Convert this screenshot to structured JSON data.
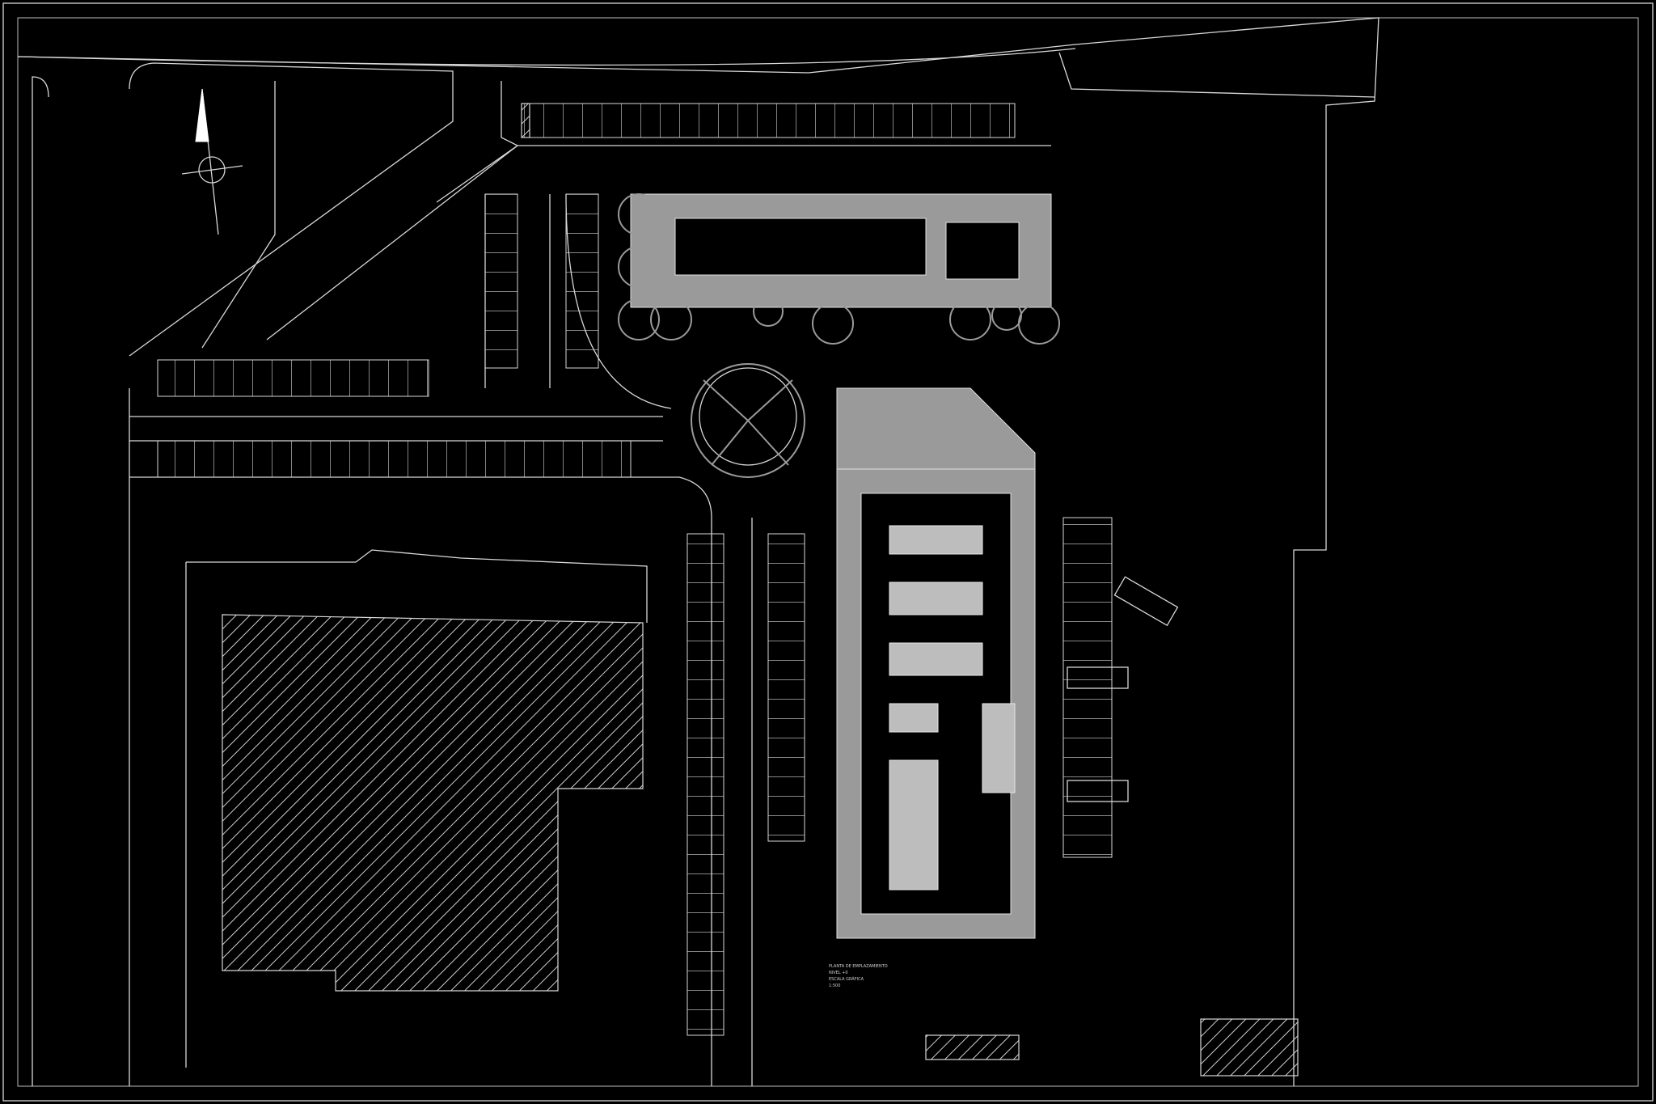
{
  "drawing": {
    "type": "site-plan",
    "background": "#000000",
    "line_color": "#d8d8d8",
    "fill_color": "#9a9a9a",
    "north_arrow": "north-arrow-icon",
    "labels": [
      "PLANTA DE EMPLAZAMIENTO",
      "NIVEL +0",
      "ESCALA GRÁFICA",
      "1:500"
    ]
  }
}
